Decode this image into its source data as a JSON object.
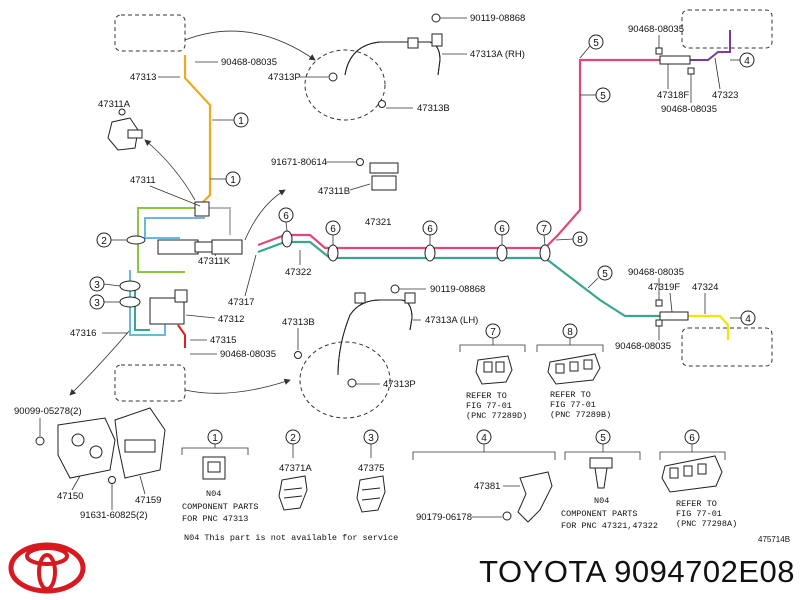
{
  "callout_numbers": [
    "1",
    "2",
    "3",
    "4",
    "5",
    "6",
    "7",
    "8"
  ],
  "part_labels": {
    "p90119_08868_top": "90119-08868",
    "p47313A_RH": "47313A (RH)",
    "p90468_08035_a": "90468-08035",
    "p47313_top": "47313",
    "p47313P_top": "47313P",
    "p47313B_top": "47313B",
    "p47311A": "47311A",
    "p91671_80614": "91671-80614",
    "p47311B": "47311B",
    "p47311": "47311",
    "p47311K": "47311K",
    "p47321": "47321",
    "p47322": "47322",
    "p47317": "47317",
    "p47312": "47312",
    "p47316": "47316",
    "p47315": "47315",
    "p90468_08035_b": "90468-08035",
    "p90119_08868_mid": "90119-08868",
    "p47313B_mid": "47313B",
    "p47313A_LH": "47313A (LH)",
    "p47313P_mid": "47313P",
    "p90099_05278": "90099-05278(2)",
    "p47150": "47150",
    "p47159": "47159",
    "p91631_60825": "91631-60825(2)",
    "p90468_08035_tr1": "90468-08035",
    "p47318F": "47318F",
    "p47323": "47323",
    "p90468_08035_tr2": "90468-08035",
    "p90468_08035_mr1": "90468-08035",
    "p47319F": "47319F",
    "p47324": "47324",
    "p90468_08035_mr2": "90468-08035",
    "p47371A": "47371A",
    "p47375": "47375",
    "p47381": "47381",
    "p90179_06178": "90179-06178"
  },
  "notes": {
    "ref7_line1": "REFER TO",
    "ref7_line2": "FIG 77-01",
    "ref7_line3": "(PNC 77289D)",
    "ref8_line1": "REFER TO",
    "ref8_line2": "FIG 77-01",
    "ref8_line3": "(PNC 77289B)",
    "ref6_line1": "REFER TO",
    "ref6_line2": "FIG 77-01",
    "ref6_line3": "(PNC 77298A)",
    "n04_a": "N04",
    "comp_a1": "COMPONENT PARTS",
    "comp_a2": "FOR PNC 47313",
    "n04_b": "N04",
    "comp_b1": "COMPONENT PARTS",
    "comp_b2": "FOR PNC 47321,47322",
    "footnote": "N04 This part is not available for service",
    "figure_code": "475714B"
  },
  "footer": {
    "part_title": "TOYOTA 9094702E08"
  },
  "colors": {
    "orange": "#f0a91e",
    "pink": "#e04878",
    "teal": "#3aa690",
    "green": "#8cc63f",
    "lightblue": "#6ab8e0",
    "purple": "#7a3aa0",
    "yellow": "#f2e600",
    "red": "#e02020",
    "toyota_red": "#d71920"
  },
  "icons": [
    "toyota-logo-icon",
    "brake-caliper-icon",
    "clip-icon",
    "bracket-icon"
  ]
}
